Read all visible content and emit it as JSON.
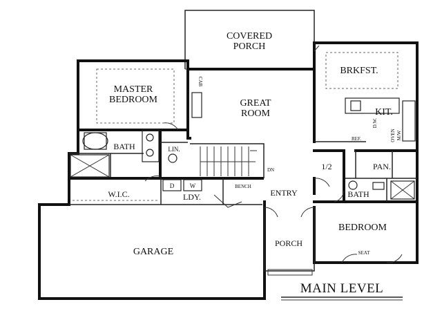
{
  "title": "MAIN LEVEL",
  "rooms": {
    "covered_porch_line1": "COVERED",
    "covered_porch_line2": "PORCH",
    "master_line1": "MASTER",
    "master_line2": "BEDROOM",
    "great_line1": "GREAT",
    "great_line2": "ROOM",
    "brkfst": "BRKFST.",
    "kit": "KIT.",
    "bath_master": "BATH",
    "lin": "LIN.",
    "ref": "REF.",
    "half": "1/2",
    "pan": "PAN.",
    "dn": "DN",
    "wic": "W.I.C.",
    "d": "D",
    "w": "W",
    "ldy": "LDY.",
    "bench": "BENCH",
    "entry": "ENTRY",
    "bath2": "BATH",
    "bedroom": "BEDROOM",
    "garage": "GARAGE",
    "porch": "PORCH",
    "seat": "SEAT",
    "cab": "CAB",
    "dw": "D.W.",
    "oven": "OVEN",
    "mw": "M/W"
  }
}
